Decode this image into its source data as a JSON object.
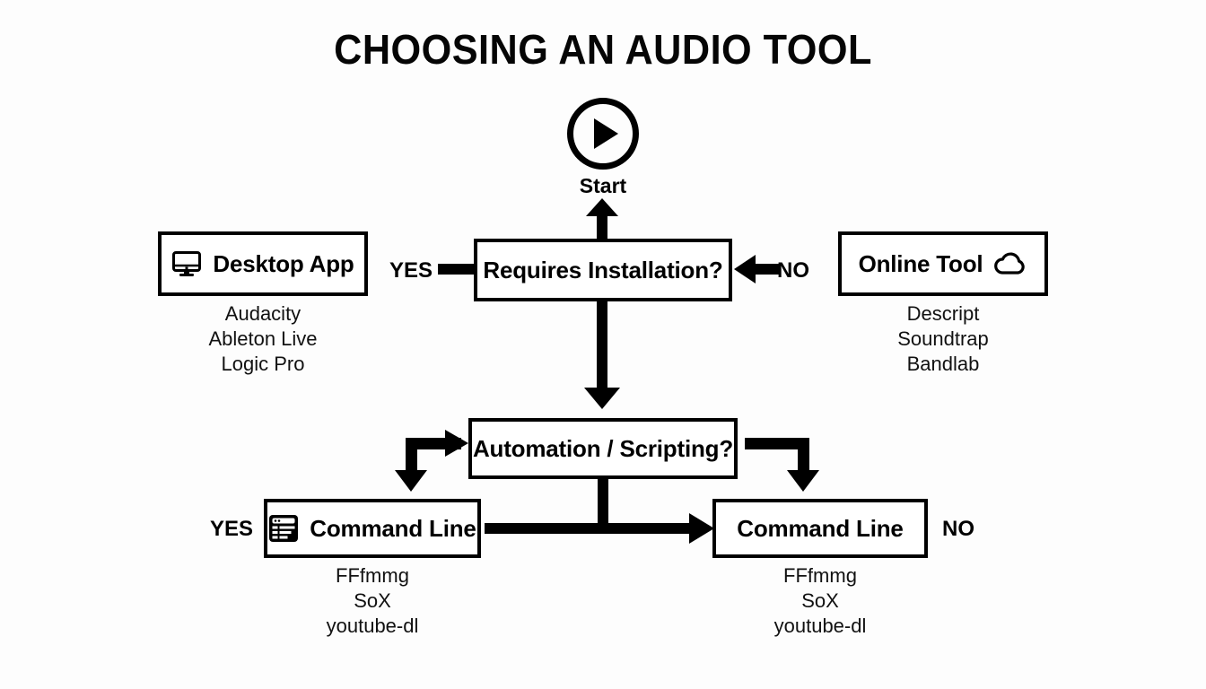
{
  "diagram": {
    "title": "CHOOSING AN AUDIO TOOL",
    "background_color": "#fdfdfd",
    "line_color": "#000000"
  },
  "start": {
    "label": "Start",
    "icon": "play-circle-icon"
  },
  "nodes": {
    "requires_installation": {
      "title": "Requires Installation?"
    },
    "automation_scripting": {
      "title": "Automation / Scripting?"
    },
    "desktop_app": {
      "title": "Desktop App",
      "icon": "monitor-icon",
      "items": [
        "Audacity",
        "Ableton Live",
        "Logic Pro"
      ]
    },
    "online_tool": {
      "title": "Online Tool",
      "icon": "cloud-icon",
      "items": [
        "Descript",
        "Soundtrap",
        "Bandlab"
      ]
    },
    "command_line_left": {
      "title": "Command Line",
      "icon": "terminal-window-icon",
      "items": [
        "FFfmmg",
        "SoX",
        "youtube-dl"
      ]
    },
    "command_line_right": {
      "title": "Command Line",
      "items": [
        "FFfmmg",
        "SoX",
        "youtube-dl"
      ]
    }
  },
  "edges": {
    "yes_top": "YES",
    "no_top": "NO",
    "yes_bottom": "YES",
    "no_bottom": "NO"
  }
}
